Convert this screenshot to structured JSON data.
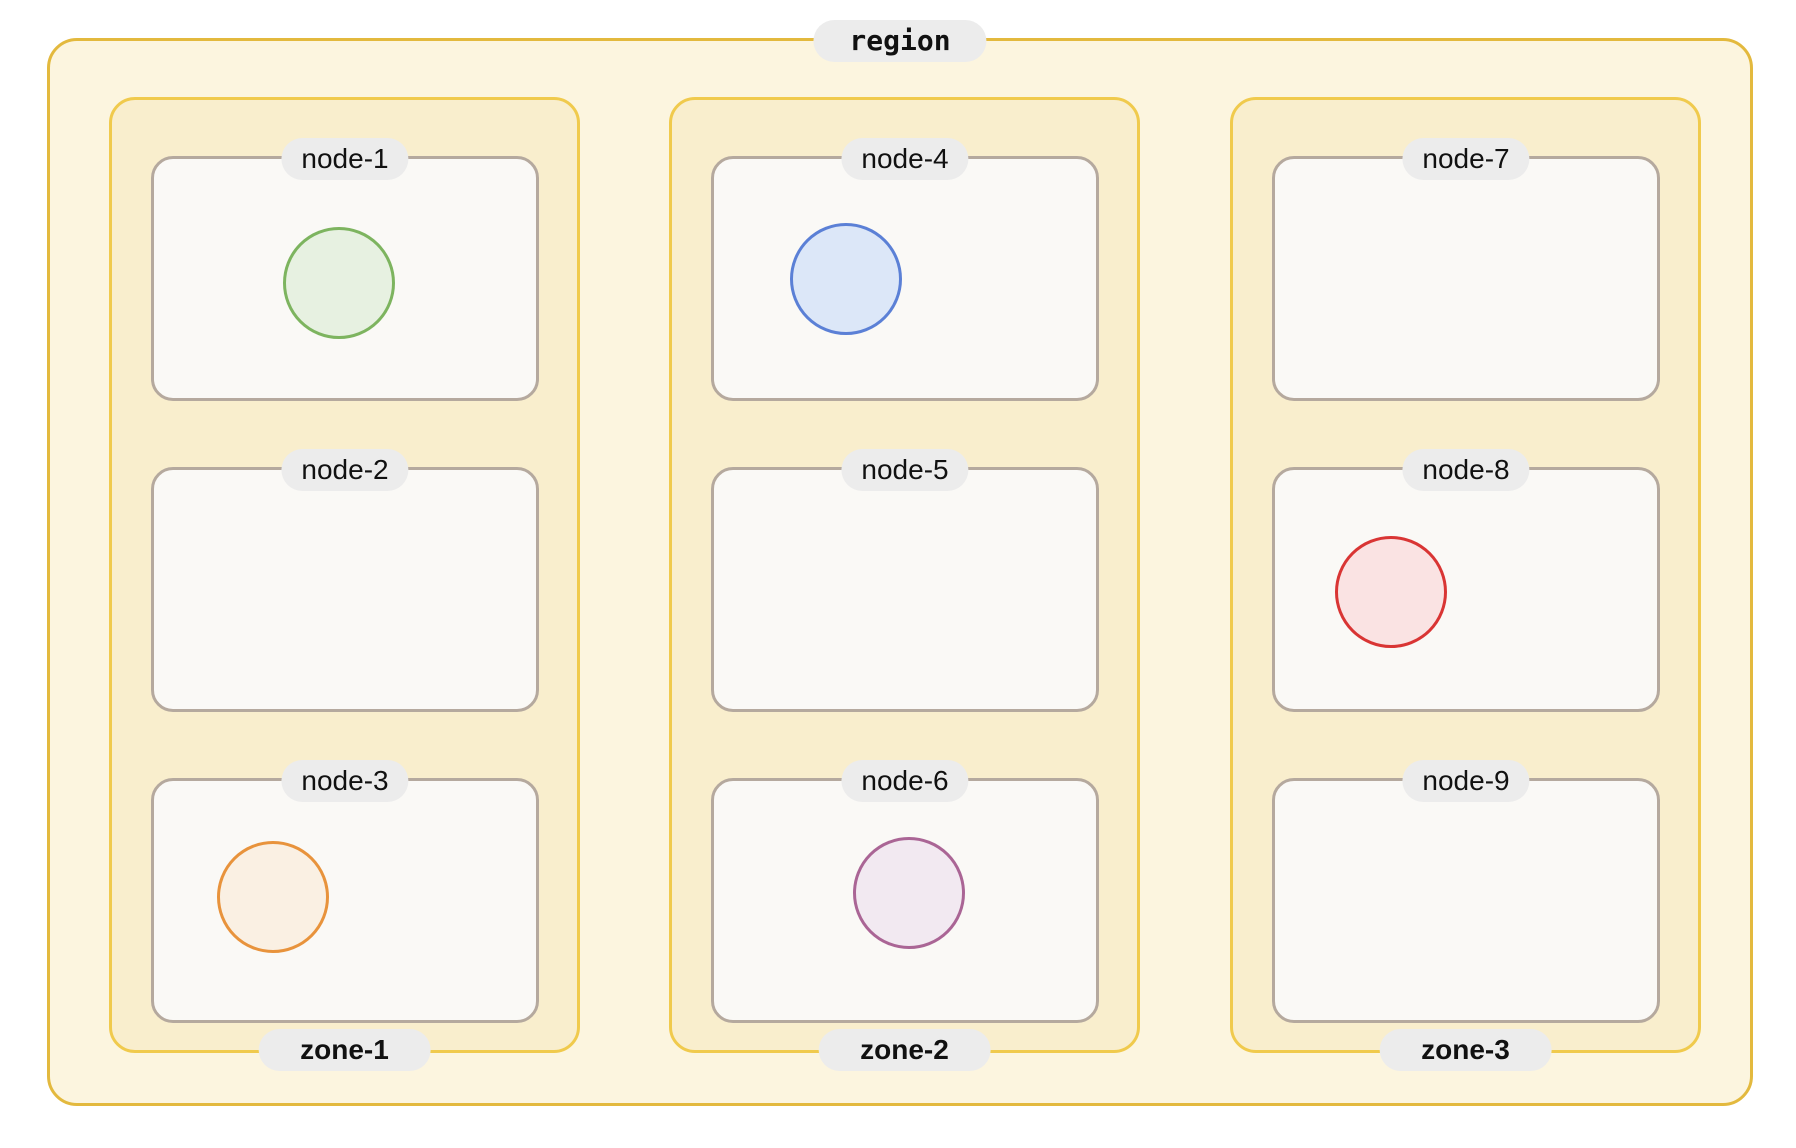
{
  "diagram": {
    "region": {
      "label": "region",
      "zones": [
        {
          "label": "zone-1",
          "nodes": [
            {
              "label": "node-1",
              "circle": {
                "color_name": "green",
                "stroke": "#7db45f",
                "fill": "#e7f1e1"
              }
            },
            {
              "label": "node-2"
            },
            {
              "label": "node-3",
              "circle": {
                "color_name": "orange",
                "stroke": "#e8933c",
                "fill": "#faf0e3"
              }
            }
          ]
        },
        {
          "label": "zone-2",
          "nodes": [
            {
              "label": "node-4",
              "circle": {
                "color_name": "blue",
                "stroke": "#5b80d6",
                "fill": "#dce7f8"
              }
            },
            {
              "label": "node-5"
            },
            {
              "label": "node-6",
              "circle": {
                "color_name": "plum",
                "stroke": "#aa6595",
                "fill": "#f2e9f1"
              }
            }
          ]
        },
        {
          "label": "zone-3",
          "nodes": [
            {
              "label": "node-7"
            },
            {
              "label": "node-8",
              "circle": {
                "color_name": "red",
                "stroke": "#d93534",
                "fill": "#fae3e3"
              }
            },
            {
              "label": "node-9"
            }
          ]
        }
      ]
    },
    "colors": {
      "region_bg": "#fcf5df",
      "region_border": "#e3b93e",
      "zone_bg": "#f9eecd",
      "zone_border": "#f0ca4d",
      "node_bg": "#faf9f6",
      "node_border": "#b5a99e",
      "label_pill_bg": "#ececec",
      "label_text": "#111111"
    }
  }
}
